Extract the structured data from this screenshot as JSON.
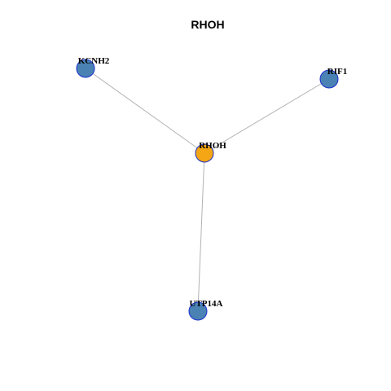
{
  "title": "RHOH",
  "colors": {
    "hub_fill": "#f5a614",
    "neighbor_fill": "#4a82b4",
    "node_border": "#1a2fcc",
    "edge": "#b3b3b3"
  },
  "nodes": [
    {
      "id": "RHOH",
      "label": "RHOH",
      "role": "hub"
    },
    {
      "id": "KCNH2",
      "label": "KCNH2",
      "role": "neighbor"
    },
    {
      "id": "RIF1",
      "label": "RIF1",
      "role": "neighbor"
    },
    {
      "id": "UTP14A",
      "label": "UTP14A",
      "role": "neighbor"
    }
  ],
  "edges": [
    {
      "source": "RHOH",
      "target": "KCNH2"
    },
    {
      "source": "RHOH",
      "target": "RIF1"
    },
    {
      "source": "RHOH",
      "target": "UTP14A"
    }
  ]
}
